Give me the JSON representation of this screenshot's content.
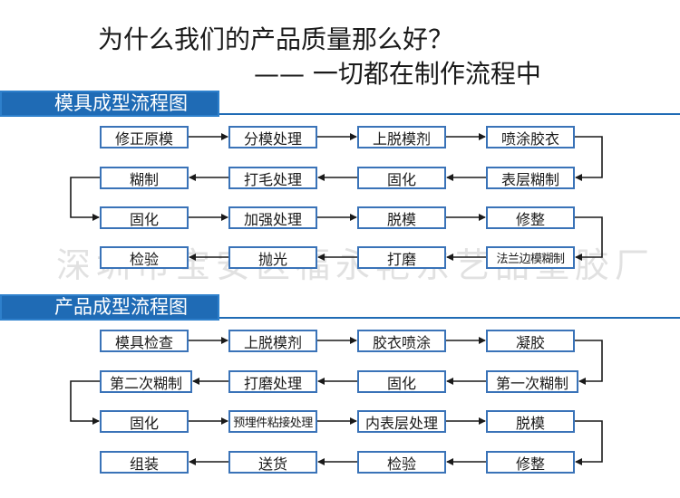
{
  "title": {
    "line1": "为什么我们的产品质量那么好？",
    "line2": "—— 一切都在制作流程中"
  },
  "watermark": "深圳市宝安区福永艳东艺品塑胶厂",
  "mold_section": {
    "header": "模具成型流程图",
    "rows": [
      [
        "修正原模",
        "分模处理",
        "上脱模剂",
        "喷涂胶衣"
      ],
      [
        "糊制",
        "打毛处理",
        "固化",
        "表层糊制"
      ],
      [
        "固化",
        "加强处理",
        "脱模",
        "修整"
      ],
      [
        "检验",
        "抛光",
        "打磨",
        "法兰边模糊制"
      ]
    ]
  },
  "product_section": {
    "header": "产品成型流程图",
    "rows": [
      [
        "模具检查",
        "上脱模剂",
        "胶衣喷涂",
        "凝胶"
      ],
      [
        "第二次糊制",
        "打磨处理",
        "固化",
        "第一次糊制"
      ],
      [
        "固化",
        "预埋件粘接处理",
        "内表层处理",
        "脱模"
      ],
      [
        "组装",
        "送货",
        "检验",
        "修整"
      ]
    ]
  },
  "colors": {
    "header_bg": "#1f6bb5",
    "box_border": "#3a73b8",
    "arrow": "#1a1a1a"
  }
}
